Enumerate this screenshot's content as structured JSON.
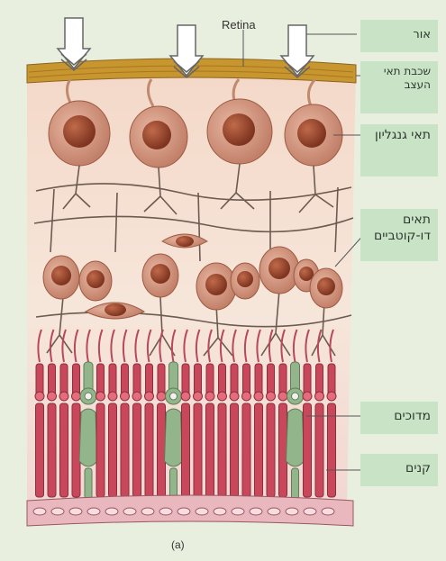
{
  "diagram": {
    "title": "Retina",
    "caption": "(a)",
    "labels": {
      "light": "אור",
      "nerve_fiber_layer": "שכבת תאי העצב",
      "ganglion_cells": "תאי גנגליון",
      "bipolar_cells": "תאים דו-קוטביים",
      "cones": "מדוכים",
      "rods": "קנים"
    }
  },
  "colors": {
    "background": "#e9efdf",
    "label_box": "#c9e3c6",
    "tissue": "#f3dccd",
    "nerve_layer": "#c8962f",
    "cell_body": "#c9836a",
    "nucleus": "#9c4a32",
    "rod": "#c9475a",
    "cone": "#93b58b",
    "epithelium": "#e9b7be"
  }
}
